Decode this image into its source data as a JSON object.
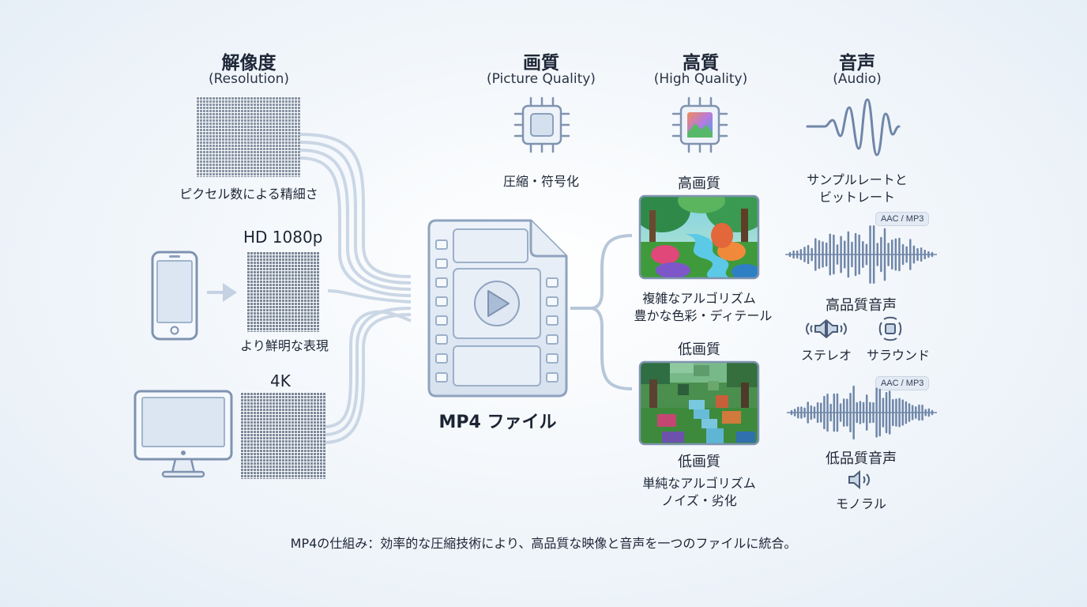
{
  "resolution": {
    "title": "解像度",
    "subtitle": "(Resolution)",
    "caption": "ピクセル数による精細さ",
    "hd_label": "HD 1080p",
    "hd_caption": "より鮮明な表現",
    "k4_label": "4K"
  },
  "picture_quality": {
    "title": "画質",
    "subtitle": "(Picture Quality)",
    "caption": "圧縮・符号化"
  },
  "high_quality": {
    "title": "高質",
    "subtitle": "(High Quality)",
    "high_label": "高画質",
    "high_desc_1": "複雑なアルゴリズム",
    "high_desc_2": "豊かな色彩・ディテール",
    "low_top_label": "低画質",
    "low_label": "低画質",
    "low_desc_1": "単純なアルゴリズム",
    "low_desc_2": "ノイズ・劣化"
  },
  "audio": {
    "title": "音声",
    "subtitle": "(Audio)",
    "caption_1": "サンプルレートと",
    "caption_2": "ビットレート",
    "badge_1": "AAC / MP3",
    "high_label": "高品質音声",
    "stereo": "ステレオ",
    "surround": "サラウンド",
    "badge_2": "AAC / MP3",
    "low_label": "低品質音声",
    "mono": "モノラル"
  },
  "center": {
    "file_label": "MP4 ファイル"
  },
  "footer": {
    "text": "MP4の仕組み：効率的な圧縮技術により、高品質な映像と音声を一つのファイルに統合。"
  },
  "colors": {
    "accent": "#6f86a8",
    "line": "#b9c9dc",
    "icon_stroke": "#7f93b0"
  },
  "icons": [
    "smartphone-icon",
    "monitor-icon",
    "chip-icon",
    "image-chip-icon",
    "video-file-icon",
    "speaker-icon",
    "surround-icon"
  ]
}
